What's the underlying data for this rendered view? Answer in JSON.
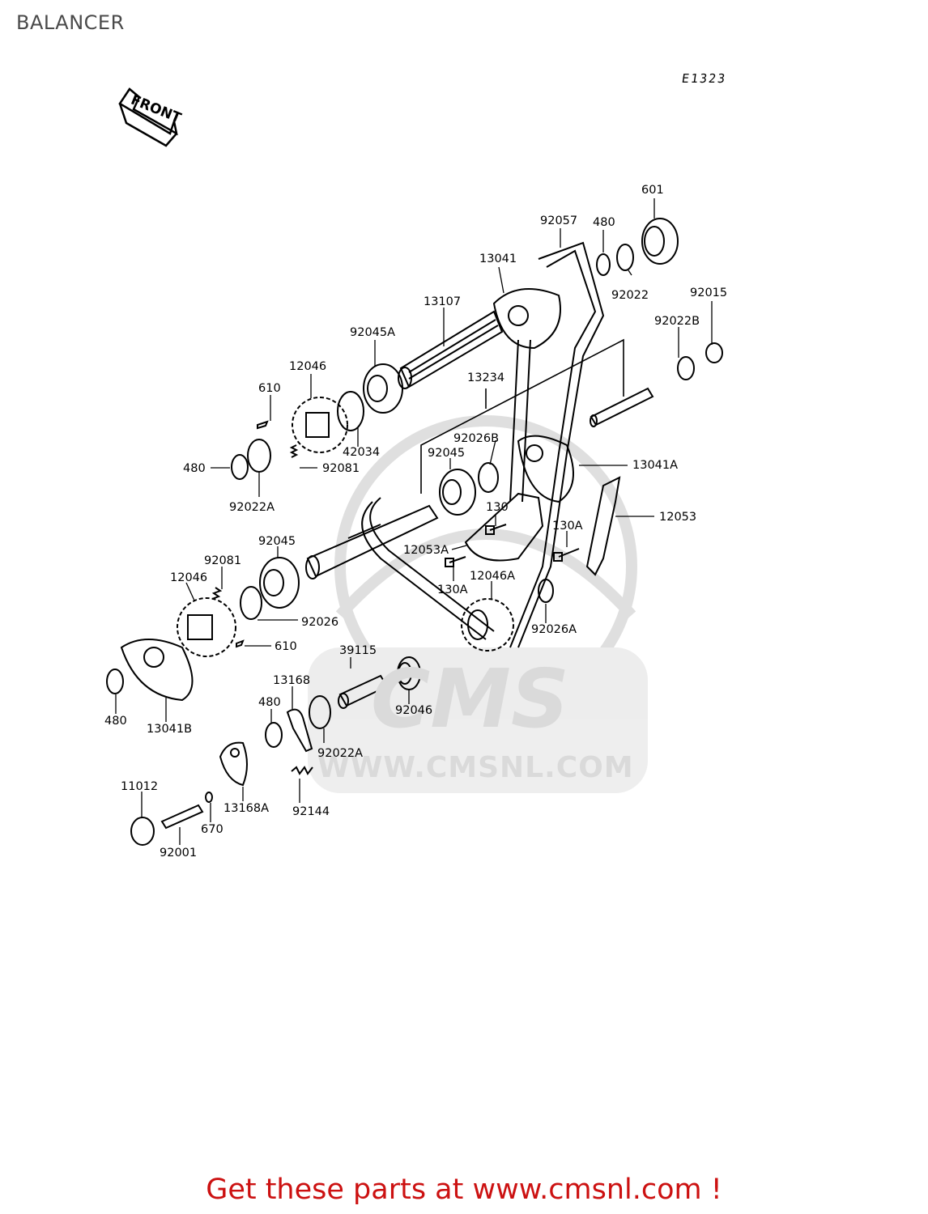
{
  "header": {
    "title": "BALANCER",
    "diagram_code": "E1323"
  },
  "orientation": {
    "front_label": "FRONT"
  },
  "watermark": {
    "logo": "CMS",
    "url": "WWW.CMSNL.COM"
  },
  "footer": {
    "cta": "Get these parts at www.cmsnl.com !"
  },
  "callouts": [
    "601",
    "92057",
    "480",
    "13041",
    "92022",
    "92015",
    "13107",
    "92022B",
    "92045A",
    "12046",
    "13234",
    "610",
    "92026B",
    "42034",
    "92045",
    "480",
    "92081",
    "13041A",
    "92022A",
    "130",
    "12053",
    "130A",
    "92045",
    "12053A",
    "92081",
    "12046A",
    "12046",
    "130A",
    "92026",
    "92026A",
    "610",
    "39115",
    "13168",
    "480",
    "92046",
    "13041B",
    "480",
    "92022A",
    "11012",
    "13168A",
    "92144",
    "670",
    "92001"
  ]
}
